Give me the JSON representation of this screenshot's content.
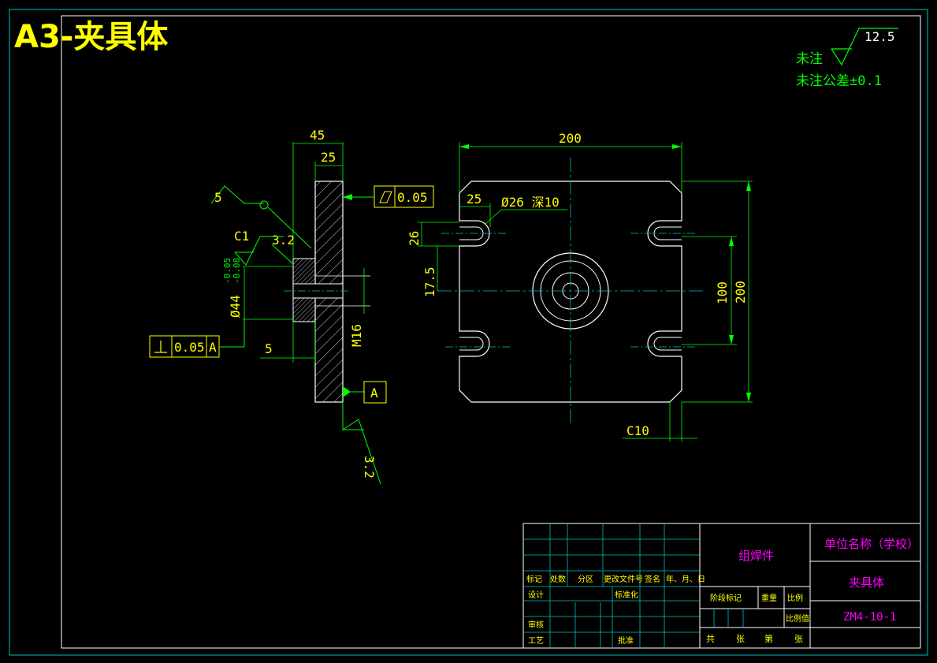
{
  "sheet_title": "A3-夹具体",
  "notes": {
    "roughness_label": "未注",
    "roughness_value": "12.5",
    "tolerance_note": "未注公差±0.1"
  },
  "side_view": {
    "dim_45": "45",
    "dim_25": "25",
    "dim_5_top": "5",
    "chamfer": "C1",
    "roughness_3_2": "3.2",
    "tol_upper": "-0.05",
    "tol_lower": "-0.08",
    "diameter": "Ø44",
    "dim_5_bottom": "5",
    "thread": "M16",
    "flatness_value": "0.05",
    "perp_value": "0.05",
    "perp_datum": "A",
    "datum_label": "A",
    "roughness_bottom": "3.2"
  },
  "front_view": {
    "width_dim": "200",
    "height_dim": "200",
    "slot_dim": "25",
    "counterbore": "Ø26 深10",
    "dim_26": "26",
    "dim_17_5": "17.5",
    "dim_100": "100",
    "chamfer_c10": "C10"
  },
  "title_block": {
    "school": "单位名称（学校）",
    "assembly": "组焊件",
    "part_name": "夹具体",
    "drawing_no": "ZM4-10-1",
    "header_labels": [
      "标记",
      "处数",
      "分区",
      "更改文件号",
      "签名",
      "年、月、日"
    ],
    "design": "设计",
    "standardize": "标准化",
    "review": "审核",
    "process": "工艺",
    "approve": "批准",
    "stage_mark": "阶段标记",
    "weight": "重量",
    "scale": "比例",
    "scale_value": "比例值",
    "total_label": "共",
    "sheets_label": "张",
    "sheet_no_label": "第",
    "sheet_unit": "张"
  }
}
